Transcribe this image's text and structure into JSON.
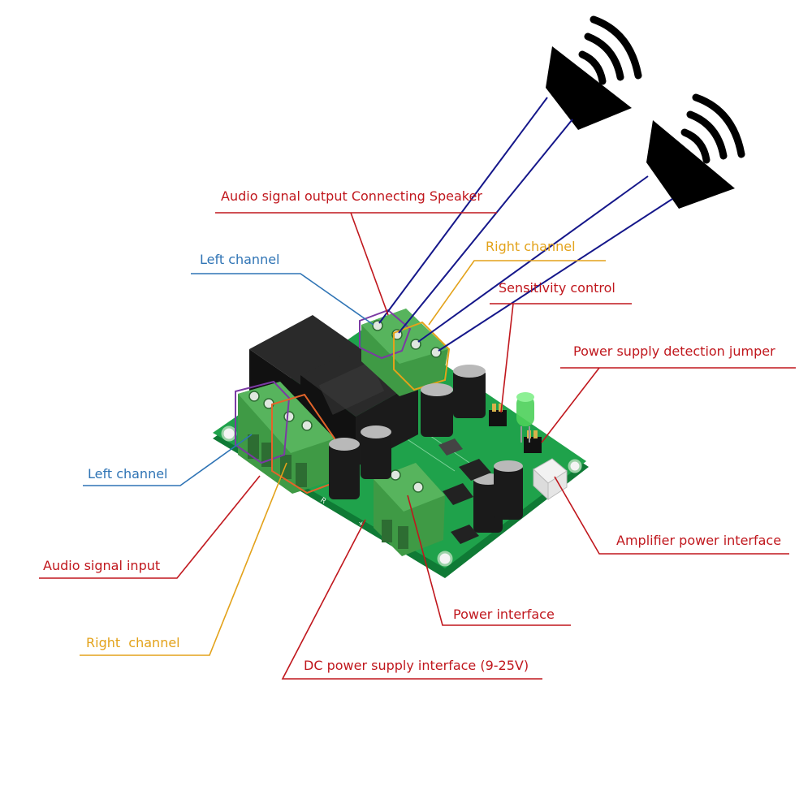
{
  "colors": {
    "red": "#c0171d",
    "blue": "#2f74b5",
    "orange": "#e3a21a",
    "navy": "#15178a",
    "pcb": "#1fa24b",
    "terminal": "#3f9a45",
    "relay": "#1b1b1b"
  },
  "labels": {
    "audio_output": "Audio signal output Connecting Speaker",
    "left_channel_output": "Left channel",
    "right_channel_output": "Right channel",
    "sensitivity_control": "Sensitivity control",
    "power_detection_jumper": "Power supply detection jumper",
    "amplifier_power_interface": "Amplifier power interface",
    "left_channel_input": "Left channel",
    "audio_signal_input": "Audio signal input",
    "right_channel_input": "Right  channel",
    "power_interface": "Power interface",
    "dc_power_supply": "DC power supply interface (9-25V)"
  },
  "icons": {
    "speaker_left": "speaker-icon",
    "speaker_right": "speaker-icon"
  }
}
